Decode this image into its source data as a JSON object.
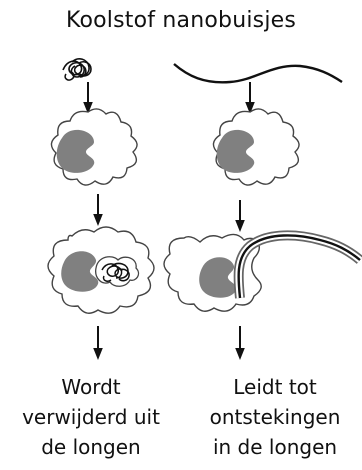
{
  "title": "Koolstof nanobuisjes",
  "left_caption": [
    "Wordt",
    "verwijderd uit",
    "de longen"
  ],
  "right_caption": [
    "Leidt tot",
    "ontstekingen",
    "in de longen"
  ],
  "colors": {
    "cell_outline": "#444444",
    "nucleus": "#808080",
    "fibre": "#111111",
    "background": "#ffffff"
  },
  "icons": {
    "tangled_nanotube": "scribble",
    "long_nanotube": "wavy-line",
    "arrow": "down-arrow"
  }
}
